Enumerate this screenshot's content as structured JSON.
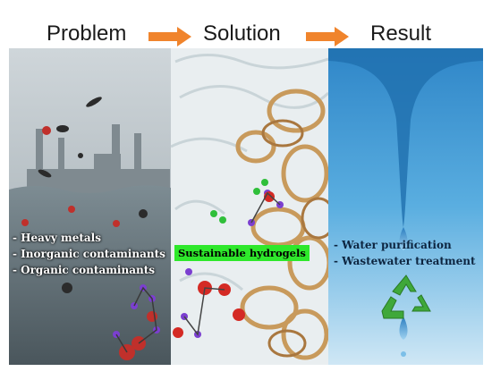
{
  "header": {
    "problem": "Problem",
    "solution": "Solution",
    "result": "Result"
  },
  "problem": {
    "items": [
      "- Heavy metals",
      "- Inorganic contaminants",
      "- Organic contaminants"
    ]
  },
  "solution": {
    "label": "Sustainable hydrogels"
  },
  "result": {
    "items": [
      "- Water purification",
      "- Wastewater treatment"
    ]
  },
  "colors": {
    "arrow": "#f0842c",
    "label_bg": "#2ee82b",
    "recycle": "#3fa83a",
    "water": "#2f86c8"
  },
  "icons": [
    "right-arrow-icon",
    "recycle-icon",
    "factory-icon",
    "water-drop-icon"
  ]
}
